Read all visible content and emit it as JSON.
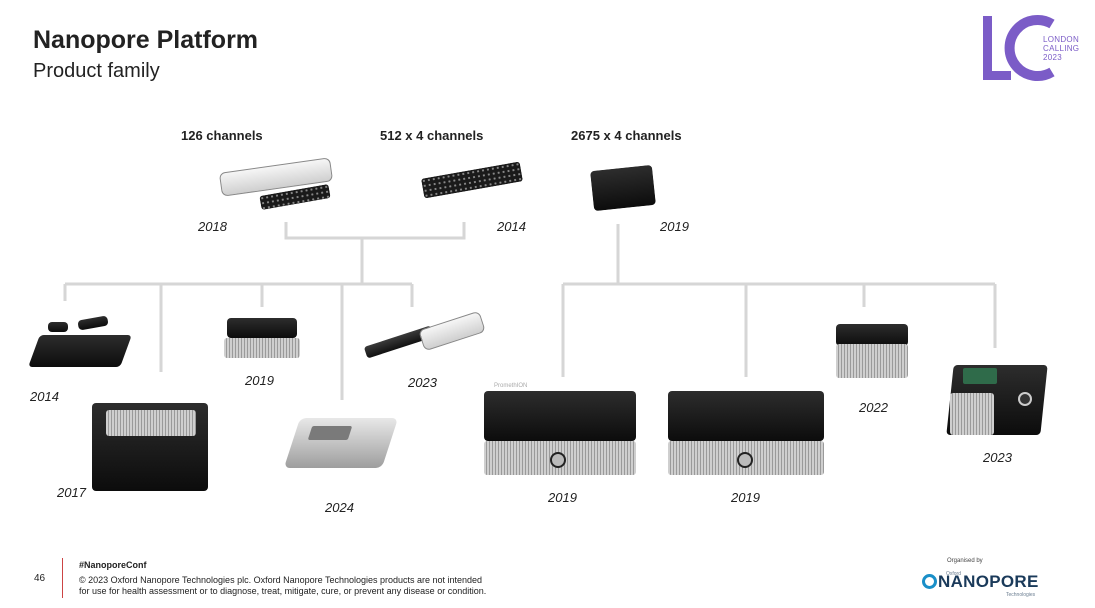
{
  "header": {
    "title": "Nanopore Platform",
    "subtitle": "Product family"
  },
  "event_logo": {
    "mark": "LC",
    "line1": "LONDON",
    "line2": "CALLING",
    "line3": "2023",
    "color": "#7b5cc7"
  },
  "flow_cells": [
    {
      "channels": "126 channels",
      "year": "2018"
    },
    {
      "channels": "512 x 4 channels",
      "year": "2014"
    },
    {
      "channels": "2675  x 4 channels",
      "year": "2019"
    }
  ],
  "devices_left": [
    {
      "year": "2014"
    },
    {
      "year": "2017"
    },
    {
      "year": "2019"
    },
    {
      "year": "2024"
    },
    {
      "year": "2023"
    }
  ],
  "devices_right": [
    {
      "year": "2019"
    },
    {
      "year": "2019"
    },
    {
      "year": "2022"
    },
    {
      "year": "2023"
    }
  ],
  "device_labels": {
    "promethion_name": "PromethION"
  },
  "footer": {
    "page_number": "46",
    "hashtag": "#NanoporeConf",
    "copyright_line1": "© 2023 Oxford Nanopore Technologies plc. Oxford Nanopore Technologies products are not intended",
    "copyright_line2": "for use for health assessment or to diagnose, treat, mitigate, cure, or prevent any disease or condition.",
    "organised_by": "Organised by",
    "org_small": "Oxford",
    "org_name": "NANOPORE",
    "org_sub": "Technologies",
    "rule_color": "#cc4444"
  },
  "colors": {
    "connector": "#d6d6d6",
    "logo_blue": "#1a8fc8"
  }
}
